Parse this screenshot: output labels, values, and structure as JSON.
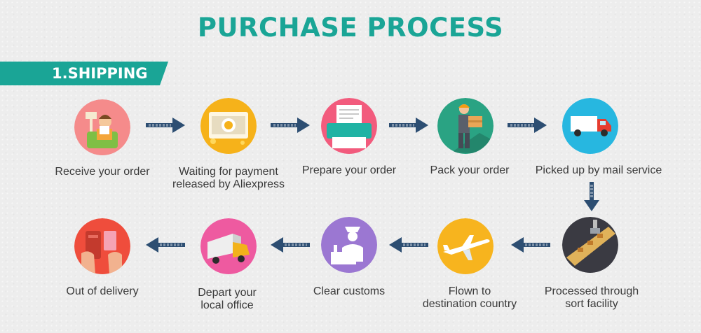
{
  "header": {
    "title": "PURCHASE PROCESS"
  },
  "section": {
    "label": "1.SHIPPING"
  },
  "colors": {
    "accent": "#1aa596",
    "arrow": "#2d4e72"
  },
  "steps": [
    {
      "label": "Receive your order",
      "icon": "receive-order-icon",
      "color": "#f58b8b"
    },
    {
      "label": "Waiting for payment\nreleased by Aliexpress",
      "icon": "payment-icon",
      "color": "#f6b21a"
    },
    {
      "label": "Prepare your order",
      "icon": "printer-icon",
      "color": "#f25b7d"
    },
    {
      "label": "Pack your order",
      "icon": "package-worker-icon",
      "color": "#2aa383"
    },
    {
      "label": "Picked up by mail service",
      "icon": "truck-icon",
      "color": "#27b7e0"
    },
    {
      "label": "Processed through\nsort facility",
      "icon": "conveyor-icon",
      "color": "#3a3a42"
    },
    {
      "label": "Flown to\ndestination country",
      "icon": "airplane-icon",
      "color": "#f7b41e"
    },
    {
      "label": "Clear customs",
      "icon": "customs-officer-icon",
      "color": "#9b77d2"
    },
    {
      "label": "Depart your\nlocal office",
      "icon": "delivery-truck-icon",
      "color": "#ee5aa0"
    },
    {
      "label": "Out of delivery",
      "icon": "handheld-card-icon",
      "color": "#ef4d3c"
    }
  ]
}
